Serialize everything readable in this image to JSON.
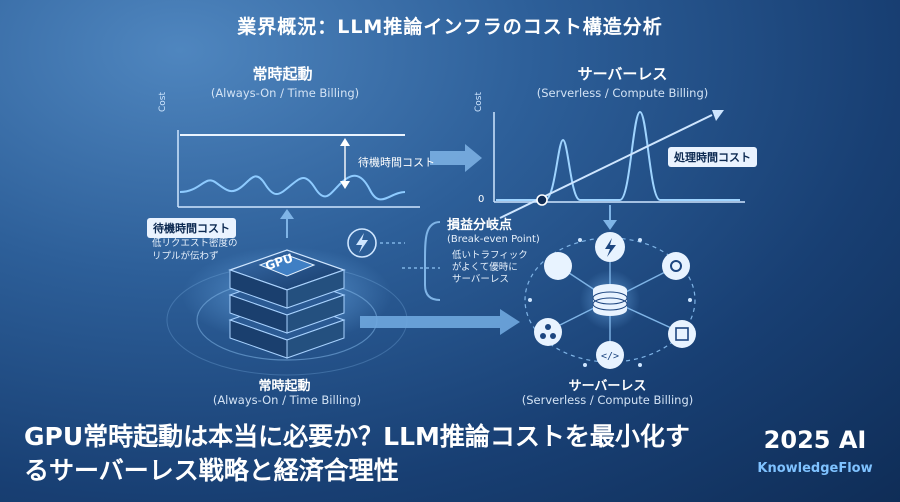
{
  "title": "業界概況：LLM推論インフラのコスト構造分析",
  "left_panel": {
    "title_jp": "常時起動",
    "title_en": "(Always-On / Time Billing)",
    "axis_label": "Cost",
    "idle_cost_label": "待機時間コスト"
  },
  "right_panel": {
    "title_jp": "サーバーレス",
    "title_en": "(Serverless / Compute Billing)",
    "axis_label": "Cost",
    "zero_label": "0",
    "processing_cost_label": "処理時間コスト"
  },
  "idle_note": {
    "label": "待機時間コスト",
    "lines": [
      "低リクエスト密度の",
      "リプルが伝わず"
    ]
  },
  "gpu_label": "GPU",
  "breakeven": {
    "title_jp": "損益分岐点",
    "title_en": "(Break-even Point)",
    "lines": [
      "低いトラフィック",
      "がよくて優時に",
      "サーバーレス"
    ]
  },
  "bottom_left": {
    "title_jp": "常時起動",
    "title_en": "(Always-On / Time Billing)"
  },
  "bottom_right": {
    "title_jp": "サーバーレス",
    "title_en": "(Serverless / Compute Billing)"
  },
  "headline": "GPU常時起動は本当に必要か？LLM推論コストを最小化するサーバーレス戦略と経済合理性",
  "brand": {
    "year": "2025 AI",
    "name": "KnowledgeFlow"
  },
  "colors": {
    "accent": "#7fc2ff",
    "line": "#cfe6ff",
    "background": "#1d4680"
  }
}
